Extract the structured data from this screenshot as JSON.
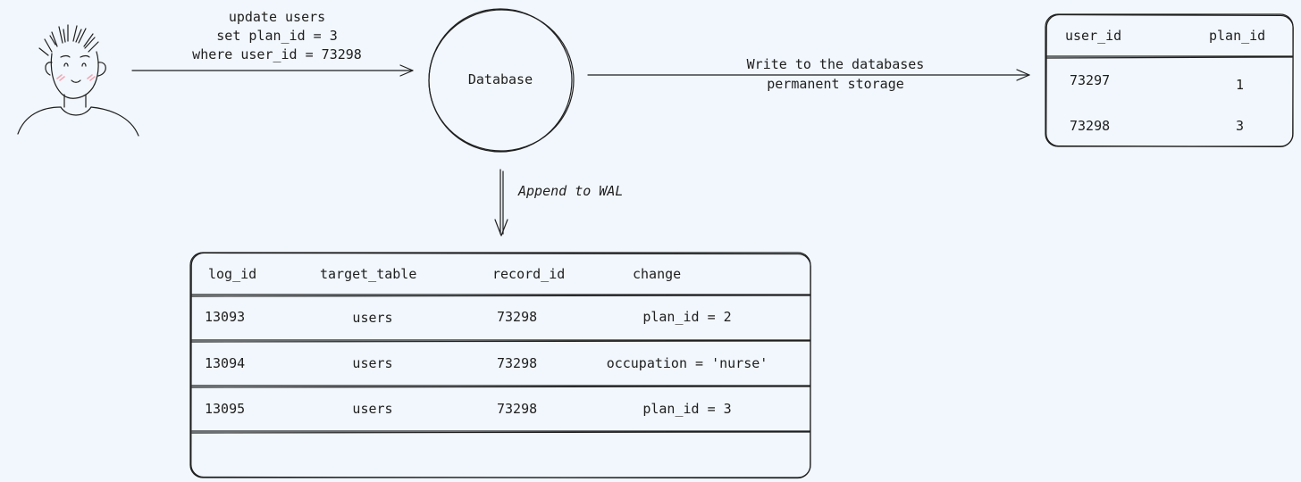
{
  "user_query": {
    "lines": [
      "update users",
      "set plan_id = 3",
      "where user_id = 73298"
    ]
  },
  "database": {
    "label": "Database"
  },
  "write_label": {
    "lines": [
      "Write to the databases",
      "permanent storage"
    ]
  },
  "wal_label": "Append to WAL",
  "users_table": {
    "headers": [
      "user_id",
      "plan_id"
    ],
    "rows": [
      [
        "73297",
        "1"
      ],
      [
        "73298",
        "3"
      ]
    ]
  },
  "wal_table": {
    "headers": [
      "log_id",
      "target_table",
      "record_id",
      "change"
    ],
    "rows": [
      [
        "13093",
        "users",
        "73298",
        "plan_id = 2"
      ],
      [
        "13094",
        "users",
        "73298",
        "occupation = 'nurse'"
      ],
      [
        "13095",
        "users",
        "73298",
        "plan_id = 3"
      ]
    ]
  },
  "colors": {
    "background": "#f1f7fc",
    "stroke": "#1e1e1e",
    "blush": "#f2a7b3"
  }
}
